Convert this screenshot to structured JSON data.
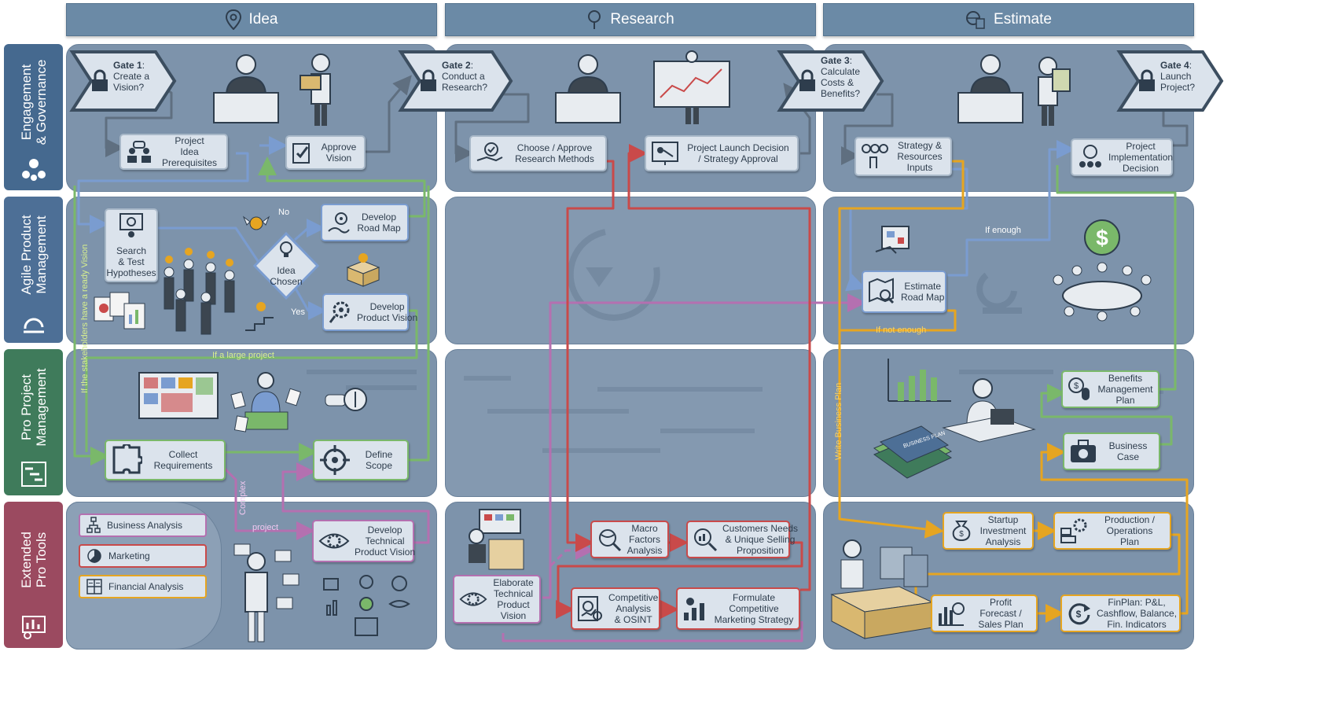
{
  "phases": {
    "idea": "Idea",
    "research": "Research",
    "estimate": "Estimate"
  },
  "lanes": {
    "governance": "Engagement\n& Governance",
    "agile": "Agile Product\nManagement",
    "pro_project": "Pro Project\nManagement",
    "extended": "Extended\nPro Tools"
  },
  "gates": {
    "g1": {
      "num": "Gate 1",
      "text": "Create a\nVision?"
    },
    "g2": {
      "num": "Gate 2",
      "text": "Conduct a\nResearch?"
    },
    "g3": {
      "num": "Gate 3",
      "text": "Calculate\nCosts &\nBenefits?"
    },
    "g4": {
      "num": "Gate 4",
      "text": "Launch\nProject?"
    }
  },
  "nodes": {
    "project_idea_prereq": "Project\nIdea\nPrerequisites",
    "approve_vision": "Approve\nVision",
    "choose_research_methods": "Choose / Approve\nResearch Methods",
    "launch_decision": "Project Launch Decision\n/ Strategy Approval",
    "strategy_resources": "Strategy &\nResources\nInputs",
    "impl_decision": "Project\nImplementation\nDecision",
    "search_test": "Search\n& Test\nHypotheses",
    "idea_chosen": "Idea\nChosen",
    "develop_road_map": "Develop\nRoad Map",
    "develop_product_vision": "Develop\nProduct Vision",
    "estimate_road_map": "Estimate\nRoad Map",
    "collect_requirements": "Collect\nRequirements",
    "define_scope": "Define\nScope",
    "benefits_plan": "Benefits\nManagement\nPlan",
    "business_case": "Business\nCase",
    "develop_tech_vision": "Develop\nTechnical\nProduct Vision",
    "macro_factors": "Macro\nFactors\nAnalysis",
    "customer_needs": "Customers Needs\n& Unique Selling\nProposition",
    "elaborate_tech_vision": "Elaborate\nTechnical\nProduct\nVision",
    "competitive_analysis": "Competitive\nAnalysis\n& OSINT",
    "formulate_strategy": "Formulate\nCompetitive\nMarketing Strategy",
    "startup_investment": "Startup\nInvestment\nAnalysis",
    "production_plan": "Production /\nOperations\nPlan",
    "profit_forecast": "Profit\nForecast /\nSales Plan",
    "finplan": "FinPlan: P&L,\nCashflow, Balance,\nFin. Indicators"
  },
  "labels": {
    "no": "No",
    "yes": "Yes",
    "ready_vision": "If the stakeholders have a ready Vision",
    "large_project": "If a large project",
    "complex": "Complex",
    "project": "project",
    "if_enough": "If enough",
    "if_not_enough": "If not enough",
    "write_bp": "Write Business Plan",
    "business_plan_book": "BUSINESS PLAN"
  },
  "legend": [
    {
      "label": "Business Analysis",
      "icon": "network-icon"
    },
    {
      "label": "Marketing",
      "icon": "pie-icon"
    },
    {
      "label": "Financial Analysis",
      "icon": "calculator-icon"
    }
  ],
  "colors": {
    "red": "#c94a4a",
    "yellow": "#e6a521",
    "green": "#7ab86a",
    "blue": "#7a9cd0",
    "purple": "#b470b0",
    "gray": "#5f6f80"
  }
}
